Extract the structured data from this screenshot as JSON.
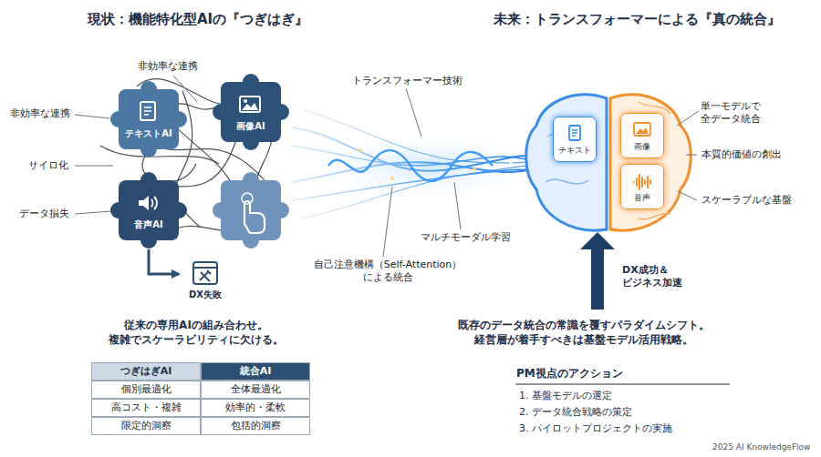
{
  "diagram": {
    "nodes": [
      {
        "text": [
          "テキストAI"
        ]
      },
      {
        "text": [
          "画像AI"
        ]
      },
      {
        "text": [
          "音声AI"
        ]
      },
      {
        "text": [
          "DX失敗"
        ]
      },
      {
        "text": [
          "テキスト"
        ]
      },
      {
        "text": [
          "画像"
        ]
      },
      {
        "text": [
          "音声"
        ]
      }
    ],
    "edges": [
      {
        "from": 2,
        "to": 3,
        "arrow": "to"
      }
    ],
    "labels": [
      "現状：機能特化型AIの『つぎはぎ』",
      "未来：トランスフォーマーによる『真の統合』",
      "非効率な連携",
      "非効率な連携",
      "サイロ化",
      "データ損失",
      "従来の専用AIの組み合わせ。 複雑でスケーラビリティに欠ける。",
      "つぎはぎAI",
      "統合AI",
      "個別最適化",
      "全体最適化",
      "高コスト・複雑",
      "効率的・柔軟",
      "限定的洞察",
      "包括的洞察",
      "トランスフォーマー技術",
      "マルチモーダル学習",
      "自己注意機構（Self-Attention） による統合",
      "単一モデルで 全データ統合",
      "本質的価値の創出",
      "スケーラブルな基盤",
      "DX成功＆ ビジネス加速",
      "既存のデータ統合の常識を覆すパラダイムシフト。 経営層が着手すべきは基盤モデル活用戦略。",
      "PM視点のアクション",
      "1. 基盤モデルの選定",
      "2. データ統合戦略の策定",
      "3. パイロットプロジェクトの実施",
      "2025 AI KnowledgeFlow"
    ]
  }
}
